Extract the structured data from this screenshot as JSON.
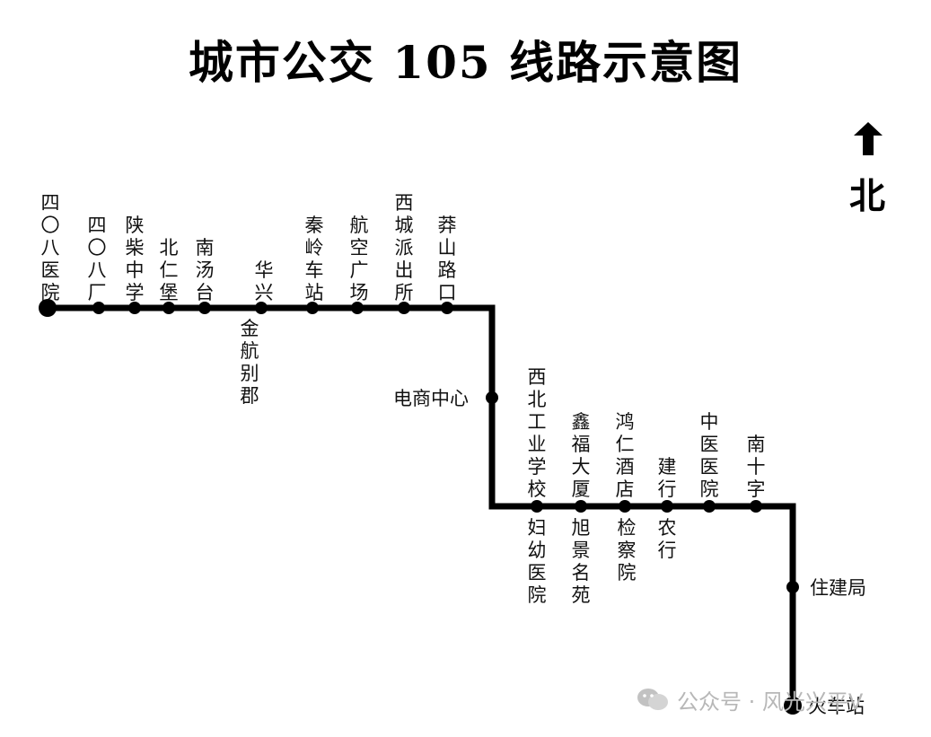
{
  "title": "城市公交 105 线路示意图",
  "north_label": "北",
  "watermark": "公众号 · 风光兴平V",
  "colors": {
    "line": "#000000",
    "text": "#111111",
    "watermark": "#b7b7b7"
  },
  "stops": [
    {
      "id": "s1",
      "name": "四〇八医院"
    },
    {
      "id": "s2",
      "name": "四〇八厂"
    },
    {
      "id": "s3",
      "name": "陕柴中学"
    },
    {
      "id": "s4",
      "name": "北仁堡"
    },
    {
      "id": "s5",
      "name": "南汤台"
    },
    {
      "id": "s6",
      "names": [
        "华兴",
        "金航别郡"
      ]
    },
    {
      "id": "s7",
      "name": "秦岭车站"
    },
    {
      "id": "s8",
      "name": "航空广场"
    },
    {
      "id": "s9",
      "name": "西城派出所"
    },
    {
      "id": "s10",
      "name": "莽山路口"
    },
    {
      "id": "s11",
      "name": "电商中心"
    },
    {
      "id": "s12",
      "names": [
        "西北工业学校",
        "妇幼医院"
      ]
    },
    {
      "id": "s13",
      "names": [
        "鑫福大厦",
        "旭景名苑"
      ]
    },
    {
      "id": "s14",
      "names": [
        "鸿仁酒店",
        "检察院"
      ]
    },
    {
      "id": "s15",
      "names": [
        "建行",
        "农行"
      ]
    },
    {
      "id": "s16",
      "name": "中医医院"
    },
    {
      "id": "s17",
      "name": "南十字"
    },
    {
      "id": "s18",
      "name": "住建局"
    },
    {
      "id": "s19",
      "name": "火车站"
    }
  ]
}
